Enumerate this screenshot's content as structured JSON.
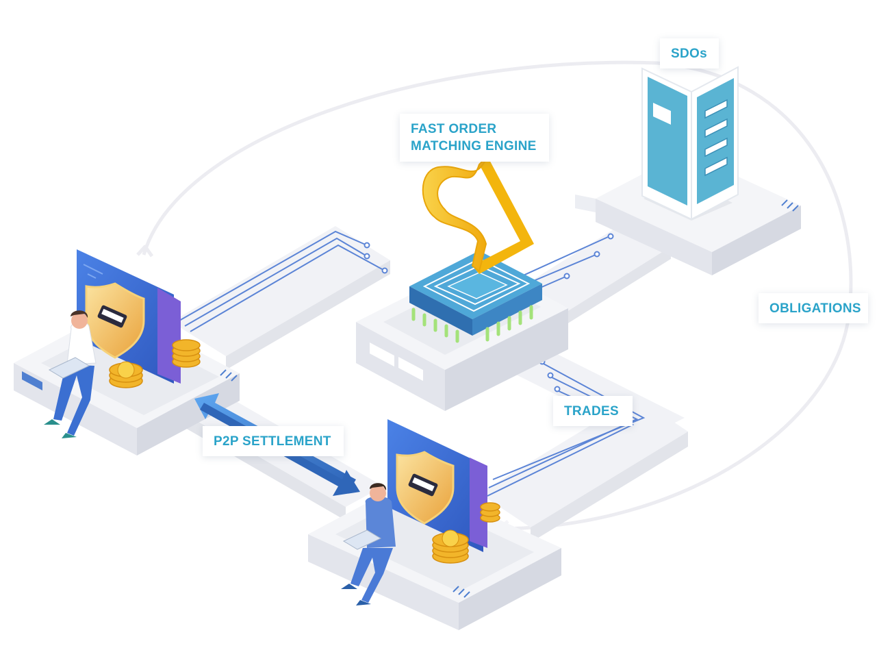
{
  "labels": {
    "sdos": "SDOs",
    "engine_line1": "FAST ORDER",
    "engine_line2": "MATCHING ENGINE",
    "obligations": "OBLIGATIONS",
    "trades": "TRADES",
    "p2p": "P2P SETTLEMENT"
  },
  "colors": {
    "label_text": "#2aa3c9",
    "platform_top": "#f2f3f7",
    "platform_side": "#e3e5ec",
    "circuit_line": "#5b84d6",
    "shield_panel": "#3f6fd8",
    "coin": "#f4c542",
    "engine_symbol": "#f7c21b",
    "server": "#5ab4d3",
    "chip": "#4fa8d8",
    "arrow": "#3d7fd0"
  },
  "icons": [
    "shield-icon",
    "coin-stack-icon",
    "server-icon",
    "chip-icon",
    "person-with-laptop-icon",
    "arrow-icon"
  ]
}
